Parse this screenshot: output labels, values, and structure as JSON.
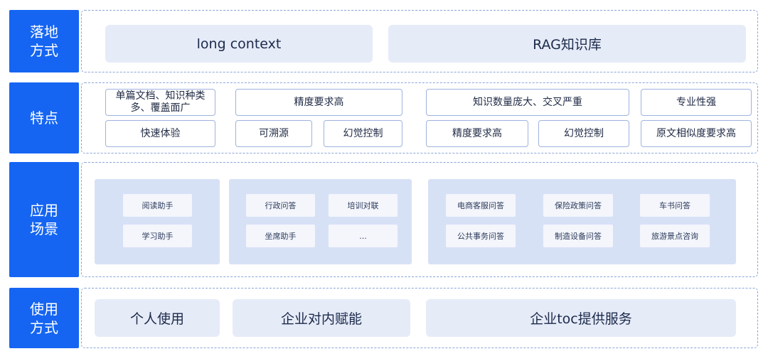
{
  "rows": {
    "deploy": {
      "label": "落地\n方式"
    },
    "features": {
      "label": "特点"
    },
    "scenarios": {
      "label": "应用\n场景"
    },
    "usage": {
      "label": "使用\n方式"
    }
  },
  "deploy": {
    "long_context": "long context",
    "rag": "RAG知识库"
  },
  "features": {
    "single_doc": "单篇文档、知识种类\n多、覆盖面广",
    "high_precision_1": "精度要求高",
    "large_knowledge": "知识数量庞大、交叉严重",
    "professional": "专业性强",
    "fast_exp": "快速体验",
    "traceable": "可溯源",
    "hallucination_1": "幻觉控制",
    "high_precision_2": "精度要求高",
    "hallucination_2": "幻觉控制",
    "similarity": "原文相似度要求高"
  },
  "scenarios": {
    "group1": [
      "阅读助手",
      "学习助手"
    ],
    "group2": [
      "行政问答",
      "培训对联",
      "坐席助手",
      "..."
    ],
    "group3": [
      "电商客服问答",
      "保险政策问答",
      "车书问答",
      "公共事务问答",
      "制造设备问答",
      "旅游景点咨询"
    ]
  },
  "usage": {
    "personal": "个人使用",
    "enterprise": "企业对内赋能",
    "toc": "企业toc提供服务"
  }
}
